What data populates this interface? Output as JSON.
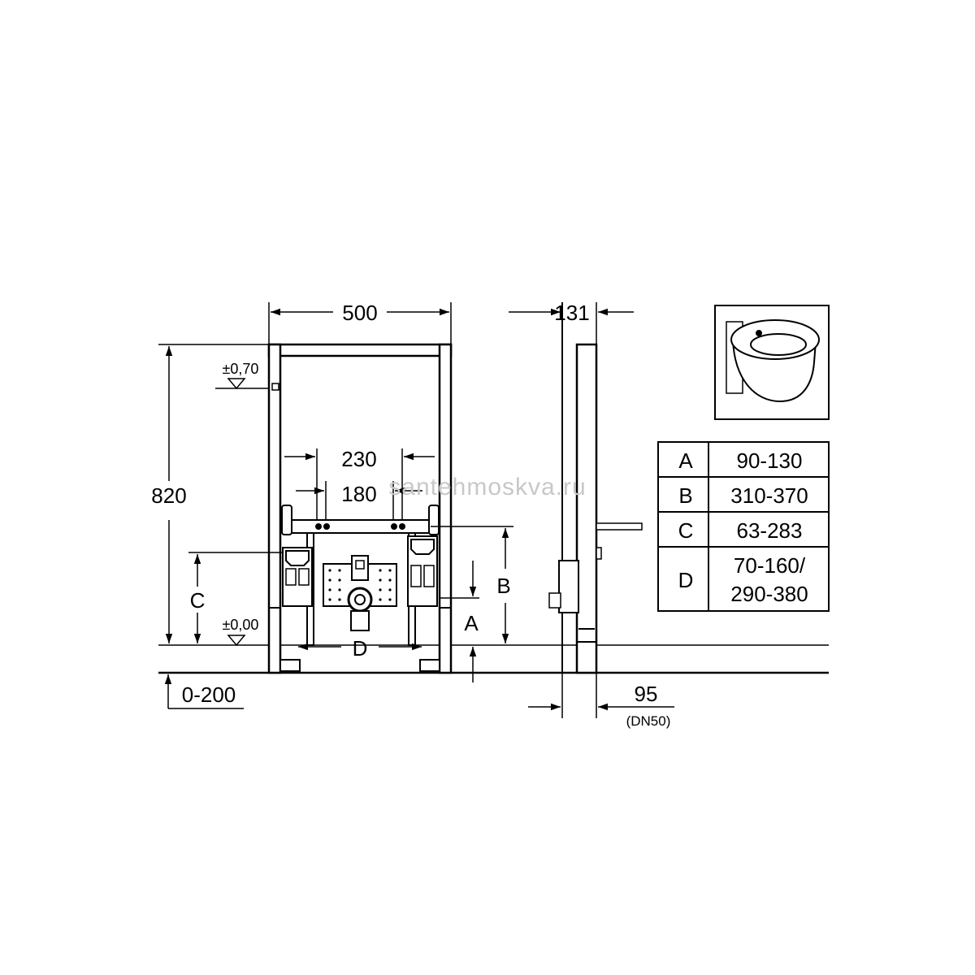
{
  "dimensions": {
    "width_500": "500",
    "depth_131": "131",
    "height_820": "820",
    "spacing_230": "230",
    "spacing_180": "180",
    "offset_0_200": "0-200",
    "drain_95": "95",
    "drain_dn": "(DN50)",
    "level_top": "±0,70",
    "level_floor": "±0,00"
  },
  "letters": {
    "A": "A",
    "B": "B",
    "C": "C",
    "D": "D"
  },
  "table": {
    "rows": [
      {
        "key": "A",
        "value": "90-130"
      },
      {
        "key": "B",
        "value": "310-370"
      },
      {
        "key": "C",
        "value": "63-283"
      },
      {
        "key": "D",
        "value": "70-160/",
        "value2": "290-380"
      }
    ]
  },
  "watermark": "santehmoskva.ru",
  "thumbnail": {
    "subject": "wall-hung bidet",
    "icon": "bidet-icon"
  }
}
